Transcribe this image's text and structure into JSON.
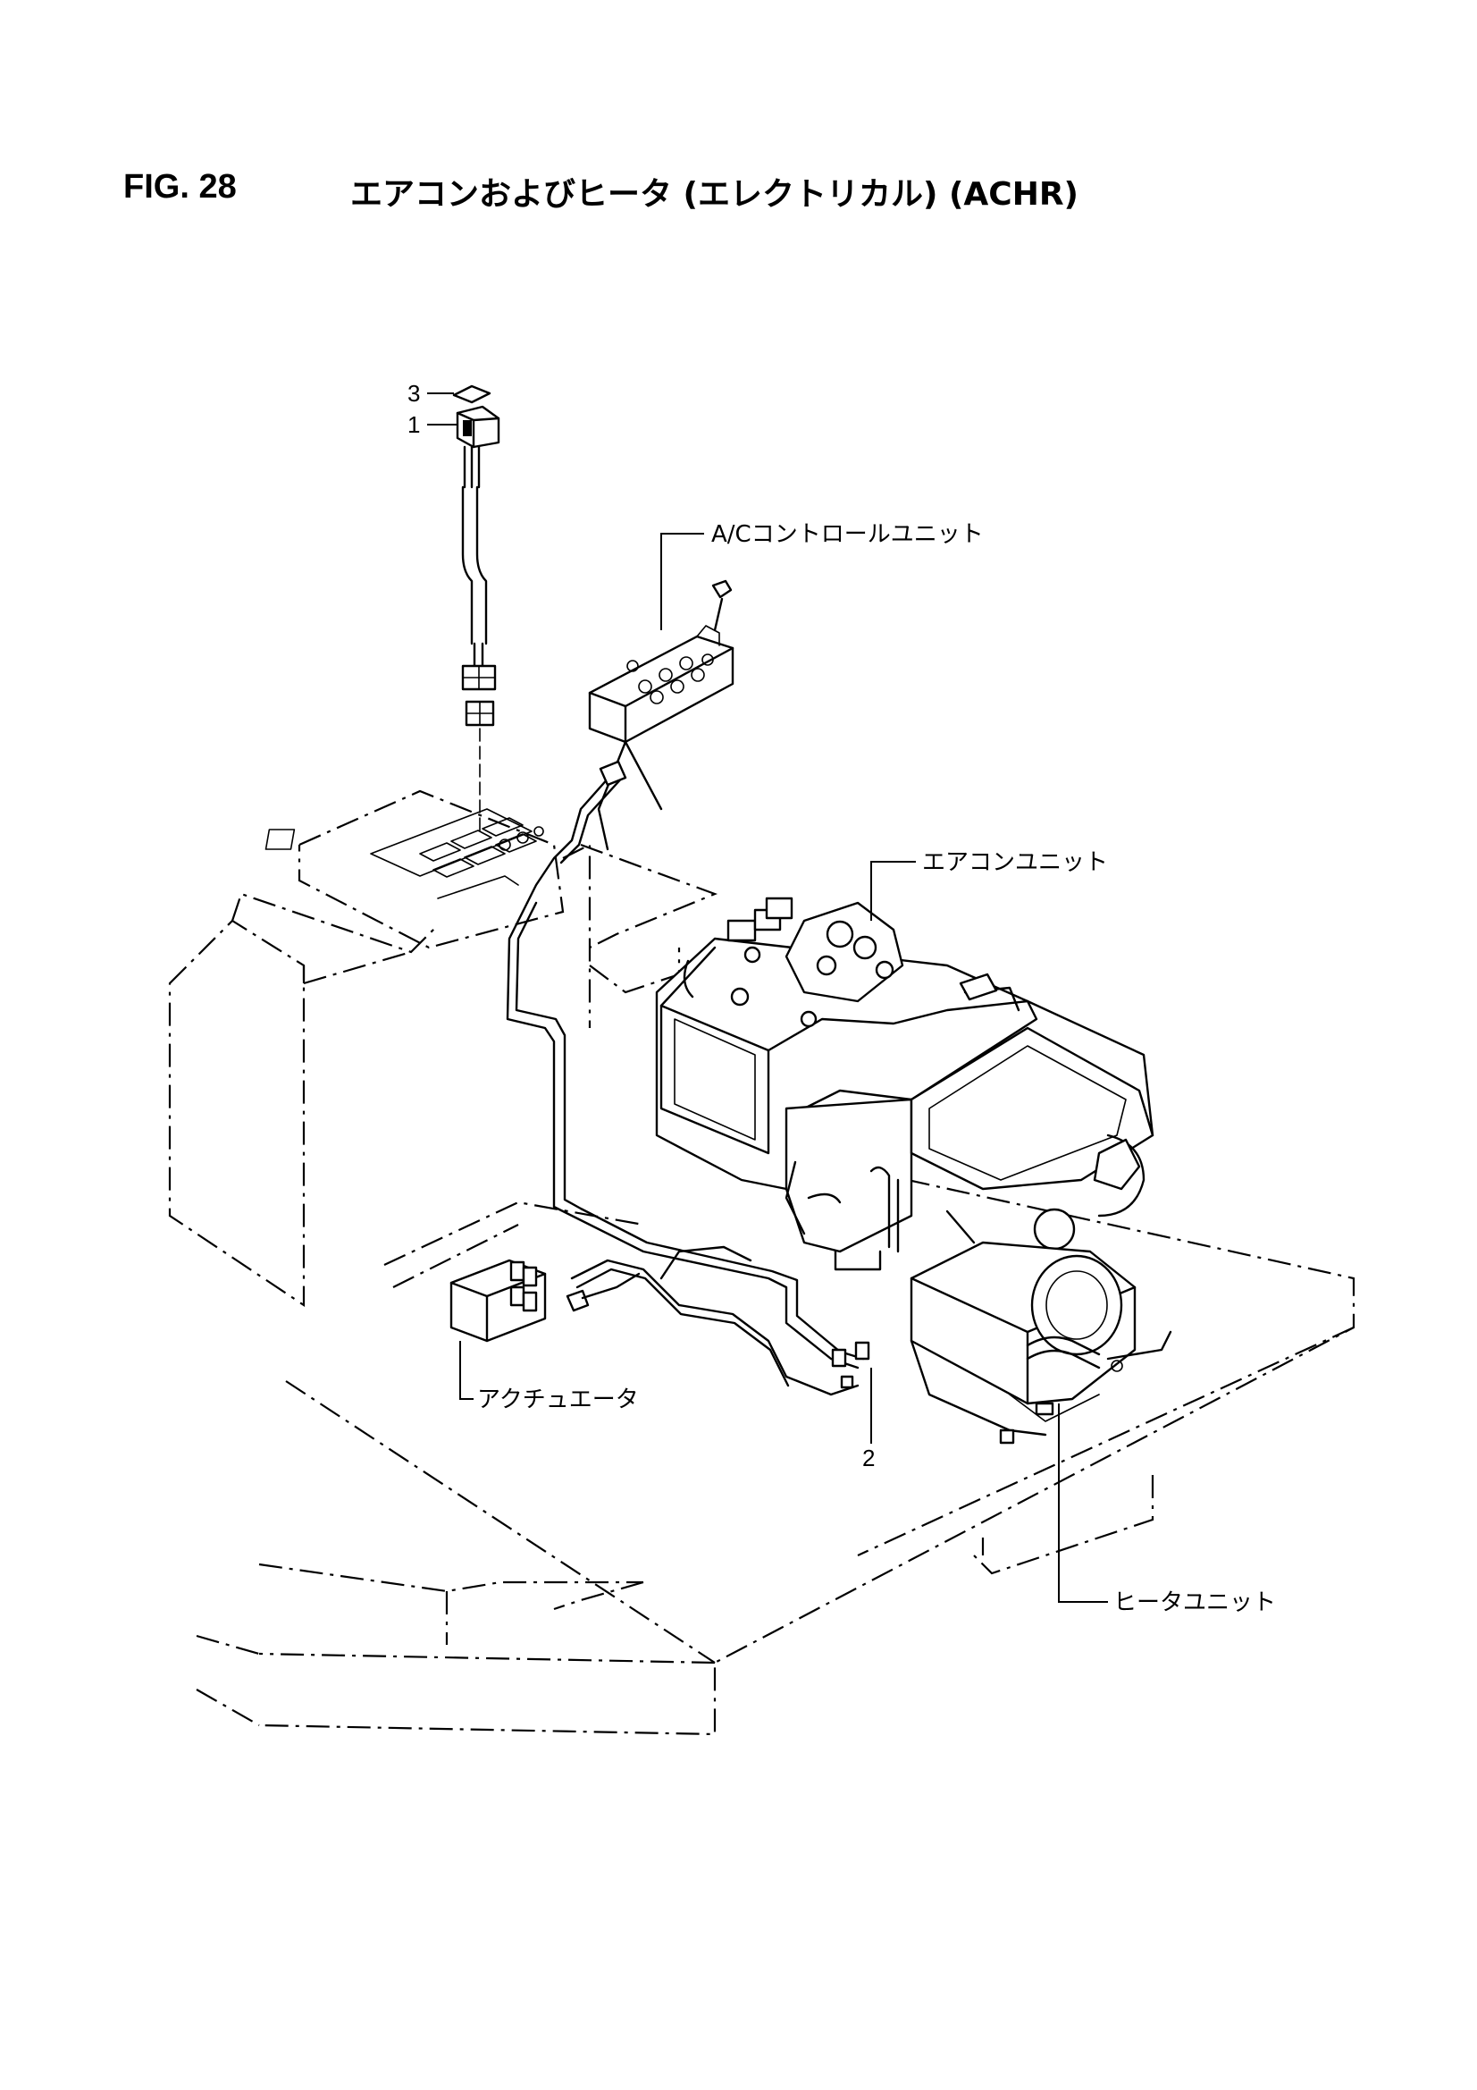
{
  "figure": {
    "number": "FIG. 28",
    "title": "エアコンおよびヒータ (エレクトリカル) (ACHR)"
  },
  "callouts": {
    "item_3": "3",
    "item_1": "1",
    "item_2": "2",
    "ac_control_unit": "A/Cコントロールユニット",
    "aircon_unit": "エアコンユニット",
    "actuator": "アクチュエータ",
    "heater_unit": "ヒータユニット"
  }
}
